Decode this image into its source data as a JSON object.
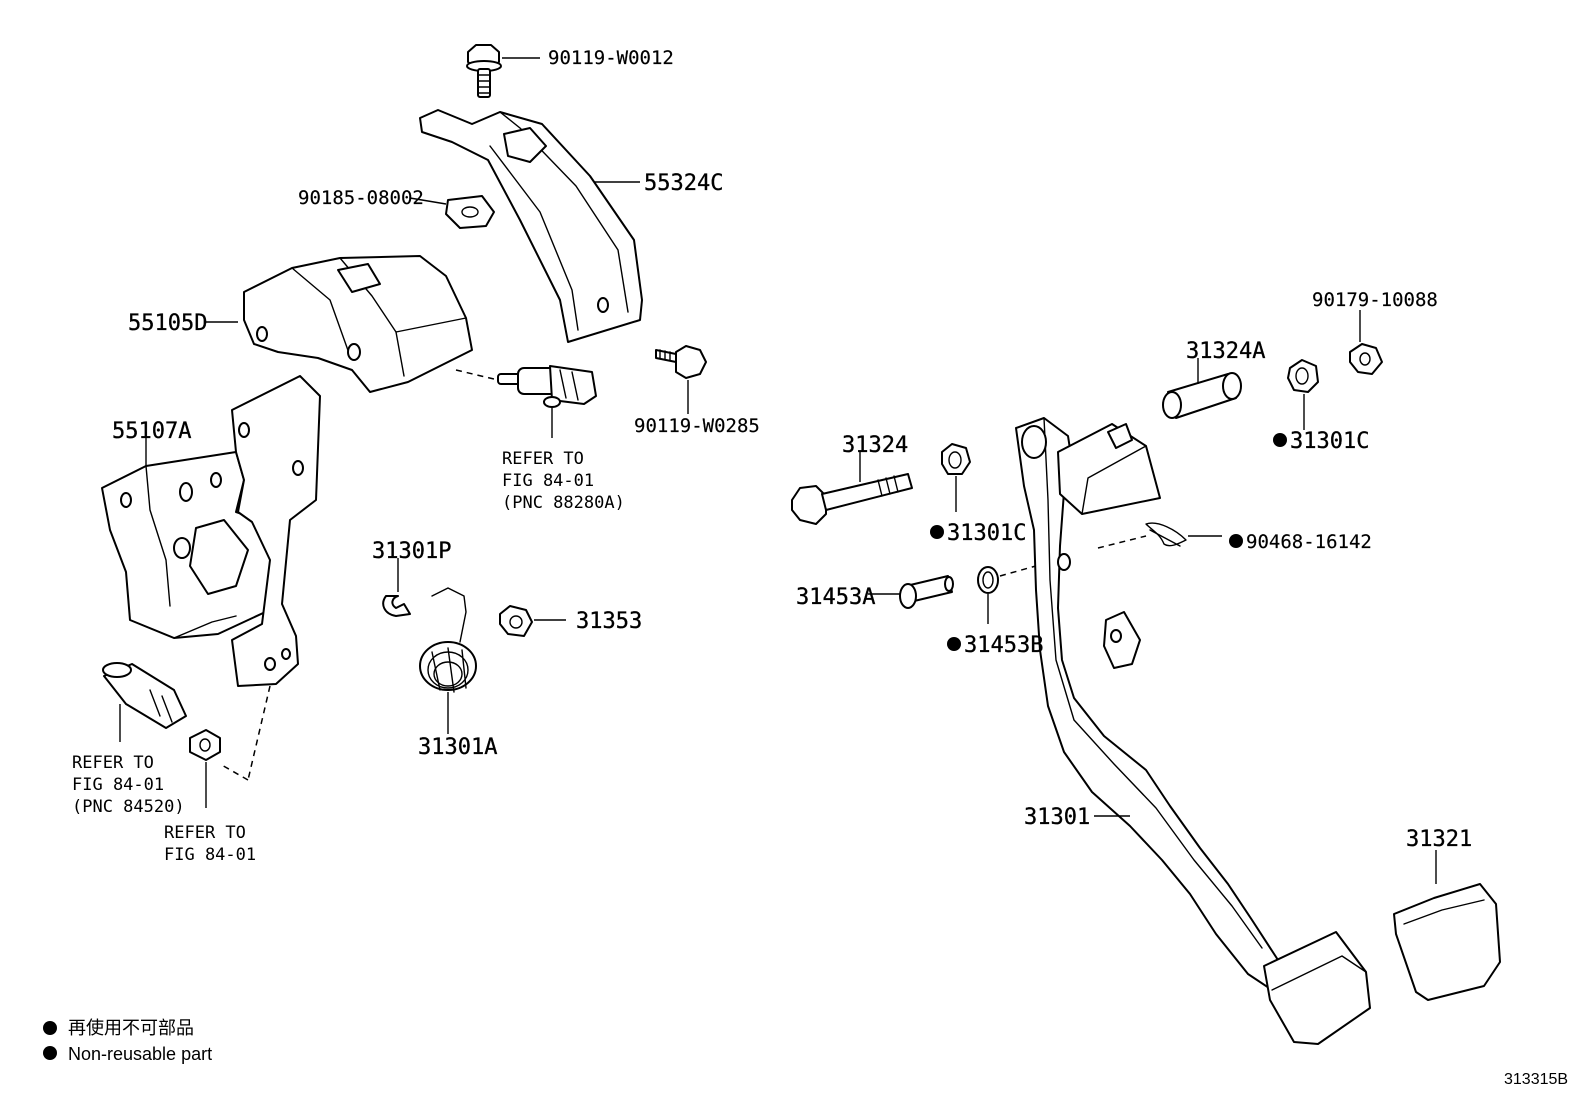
{
  "diagram": {
    "labels": {
      "p90119W0012": "90119-W0012",
      "p55324C": "55324C",
      "p9018508002": "90185-08002",
      "p55105D": "55105D",
      "p90119W0285": "90119-W0285",
      "p90179_10088": "90179-10088",
      "p31324A": "31324A",
      "p31301C_right": "31301C",
      "p55107A": "55107A",
      "p31324": "31324",
      "p31301C_mid": "31301C",
      "p90468_16142": "90468-16142",
      "p31301P": "31301P",
      "p31353": "31353",
      "p31453A": "31453A",
      "p31453B": "31453B",
      "p31301A": "31301A",
      "p31301": "31301",
      "p31321": "31321"
    },
    "refer_switch": {
      "line1": "REFER TO",
      "line2": "FIG 84-01",
      "line3": "(PNC 88280A)"
    },
    "refer_sensor": {
      "line1": "REFER TO",
      "line2": "FIG 84-01",
      "line3": "(PNC 84520)"
    },
    "refer_nut": {
      "line1": "REFER TO",
      "line2": "FIG 84-01"
    }
  },
  "legend": {
    "line1": "再使用不可部品",
    "line2": "Non-reusable part"
  },
  "figure_code": "313315B"
}
